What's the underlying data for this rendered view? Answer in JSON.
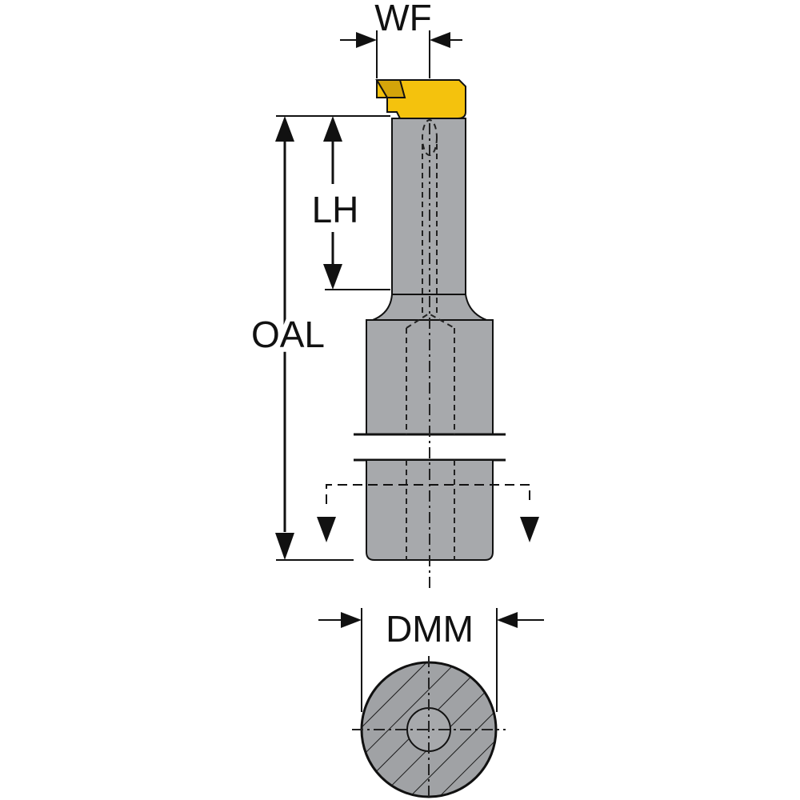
{
  "labels": {
    "wf": "WF",
    "lh": "LH",
    "oal": "OAL",
    "dmm": "DMM"
  },
  "colors": {
    "insert": "#f4c20d",
    "body": "#a7a9ac",
    "body_dark": "#8e9093",
    "line": "#111111",
    "section": "#9a9c9f"
  },
  "icons": {
    "arrow": "arrow-icon"
  }
}
